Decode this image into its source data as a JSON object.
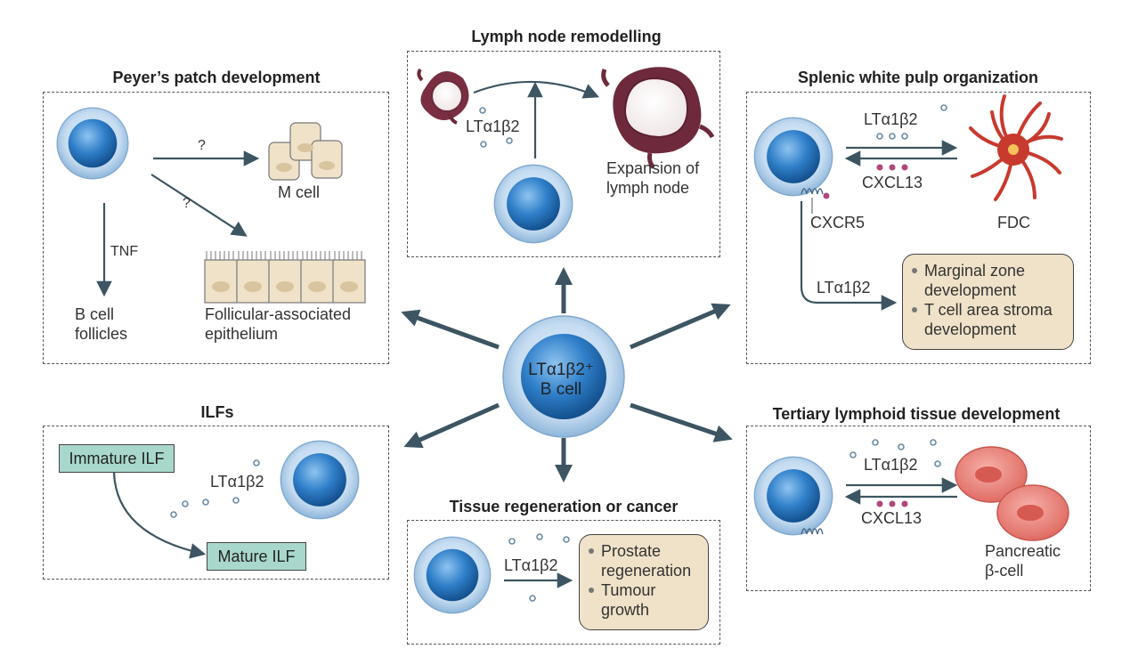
{
  "center": {
    "label_line1": "LTα1β2⁺",
    "label_line2": "B cell"
  },
  "panels": {
    "peyers": {
      "title": "Peyer’s patch development",
      "q1": "?",
      "q2": "?",
      "m_cell": "M cell",
      "tnf": "TNF",
      "b_follicles_1": "B cell",
      "b_follicles_2": "follicles",
      "fae_1": "Follicular-associated",
      "fae_2": "epithelium"
    },
    "lymph": {
      "title": "Lymph node remodelling",
      "lt": "LTα1β2",
      "expansion_1": "Expansion of",
      "expansion_2": "lymph node"
    },
    "splenic": {
      "title": "Splenic white pulp organization",
      "lt_top": "LTα1β2",
      "cxcl13": "CXCL13",
      "cxcr5": "CXCR5",
      "fdc": "FDC",
      "lt_bottom": "LTα1β2",
      "items": [
        {
          "line1": "Marginal zone",
          "line2": "development"
        },
        {
          "line1": "T cell area stroma",
          "line2": "development"
        }
      ]
    },
    "ilfs": {
      "title": "ILFs",
      "immature": "Immature ILF",
      "mature": "Mature ILF",
      "lt": "LTα1β2"
    },
    "tissue": {
      "title": "Tissue regeneration or cancer",
      "lt": "LTα1β2",
      "items": [
        {
          "line1": "Prostate",
          "line2": "regeneration"
        },
        {
          "line1": "Tumour",
          "line2": "growth"
        }
      ]
    },
    "tertiary": {
      "title": "Tertiary lymphoid tissue development",
      "lt": "LTα1β2",
      "cxcl13": "CXCL13",
      "pancreatic_1": "Pancreatic",
      "pancreatic_2": "β-cell"
    }
  },
  "colors": {
    "cell_inner": "#2f7fc9",
    "cell_outer": "#bcd6ee",
    "arrow": "#3d5562",
    "ligand": "#6a8aa6",
    "chemokine": "#b0477a",
    "epithelium": "#efe2c8",
    "ilf_box": "#a8d8cc",
    "tan_box": "#efe2c8",
    "fdc": "#c83a2e",
    "pancreatic": "#e97b72",
    "lymph_node": "#6e2a3c"
  }
}
